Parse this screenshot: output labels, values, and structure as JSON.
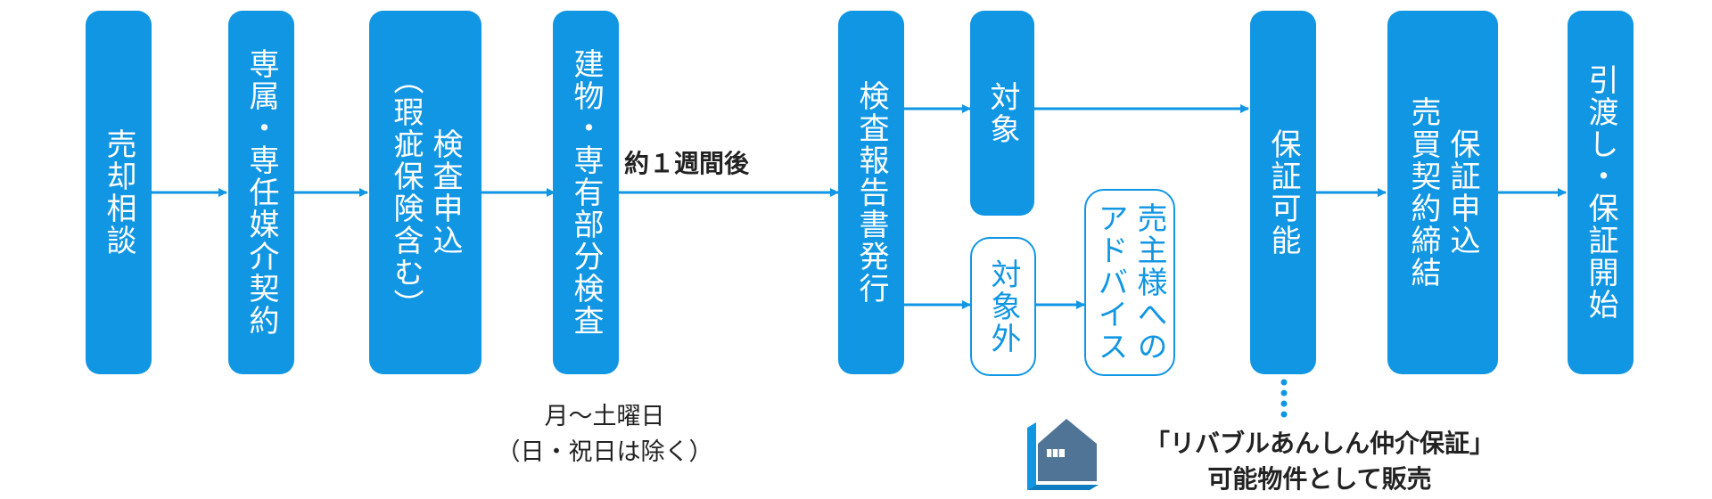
{
  "colors": {
    "primary": "#1196e3",
    "house": "#4f7496",
    "text": "#222222"
  },
  "steps": {
    "consult": "売却相談",
    "mediation": "専属・専任媒介契約",
    "inspection_apply": "検査申込\n（瑕疵保険含む）",
    "building_inspection": "建物・専有部分検査",
    "report": "検査報告書発行",
    "target": "対象",
    "non_target": "対象外",
    "advice": "売主様への\nアドバイス",
    "guarantee_ok": "保証可能",
    "guarantee_apply": "保証申込\n売買契約締結",
    "handover": "引渡し・保証開始"
  },
  "labels": {
    "one_week": "約１週間後",
    "days_line1": "月〜土曜日",
    "days_line2": "（日・祝日は除く）",
    "sale_line1": "「リバブルあんしん仲介保証」",
    "sale_line2": "可能物件として販売"
  },
  "icons": [
    "house-icon",
    "arrow-icon"
  ]
}
